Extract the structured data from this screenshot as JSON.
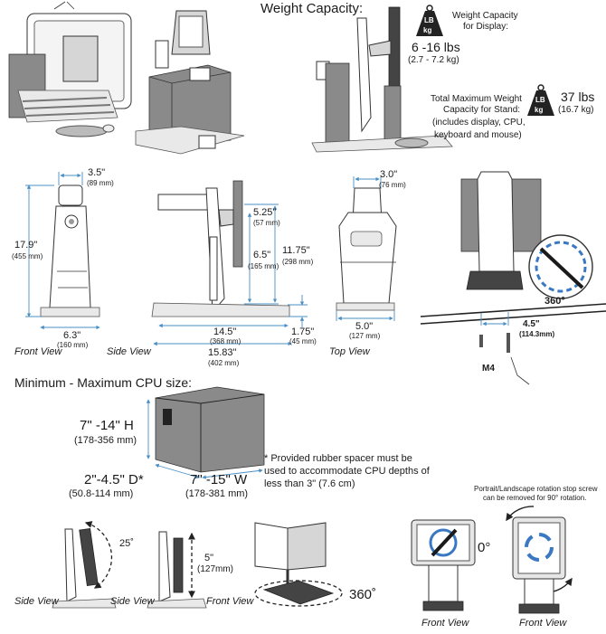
{
  "weight": {
    "title": "Weight Capacity:",
    "display_label_1": "Weight Capacity",
    "display_label_2": "for Display:",
    "display_lbs": "6 -16 lbs",
    "display_kg": "(2.7 - 7.2 kg)",
    "stand_label_1": "Total Maximum Weight",
    "stand_label_2": "Capacity for Stand:",
    "stand_label_3": "(includes display, CPU,",
    "stand_label_4": "keyboard and mouse)",
    "stand_lbs": "37 lbs",
    "stand_kg": "(16.7 kg)",
    "icon_lb": "LB",
    "icon_kg": "kg"
  },
  "dims": {
    "front_w": "3.5\"",
    "front_w_mm": "(89 mm)",
    "front_h": "17.9\"",
    "front_h_mm": "(455 mm)",
    "front_base": "6.3\"",
    "front_base_mm": "(160 mm)",
    "side_a": "5.25\"",
    "side_a_mm": "(57 mm)",
    "side_b": "11.75\"",
    "side_b_mm": "(298 mm)",
    "side_c": "6.5\"",
    "side_c_mm": "(165 mm)",
    "side_d": "14.5\"",
    "side_d_mm": "(368 mm)",
    "side_e": "1.75\"",
    "side_e_mm": "(45 mm)",
    "side_f": "15.83\"",
    "side_f_mm": "(402 mm)",
    "top_w": "3.0\"",
    "top_w_mm": "(76 mm)",
    "top_base": "5.0\"",
    "top_base_mm": "(127 mm)",
    "mount_w": "4.5\"",
    "mount_w_mm": "(114.3mm)",
    "screw": "M4",
    "rotate": "360°"
  },
  "views": {
    "front": "Front View",
    "side": "Side View",
    "top": "Top View"
  },
  "cpu": {
    "title": "Minimum - Maximum CPU size:",
    "h": "7\" -14\" H",
    "h_mm": "(178-356 mm)",
    "d": "2\"-4.5\" D*",
    "d_mm": "(50.8-114 mm)",
    "w": "7\" -15\" W",
    "w_mm": "(178-381 mm)",
    "note_1": "* Provided rubber spacer must be",
    "note_2": "used to accommodate CPU depths of",
    "note_3": "less than 3\" (7.6 cm)"
  },
  "adjust": {
    "tilt": "25˚",
    "lift": "5\"",
    "lift_mm": "(127mm)",
    "swivel": "360˚",
    "rot_note_1": "Portrait/Landscape rotation stop screw",
    "rot_note_2": "can be removed for 90° rotation.",
    "rot_zero": "0°",
    "view_side_1": "Side View",
    "view_side_2": "Side View",
    "view_front_1": "Front View",
    "view_front_2": "Front View",
    "view_front_3": "Front View"
  }
}
